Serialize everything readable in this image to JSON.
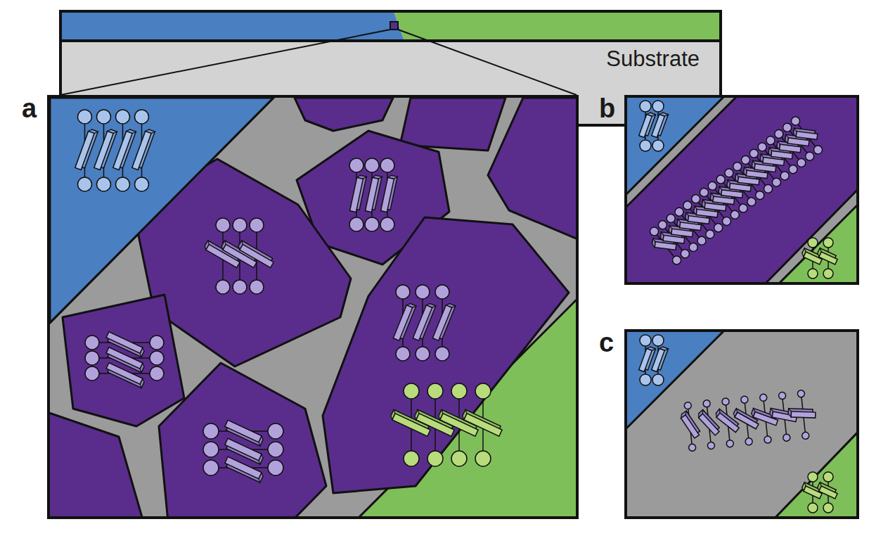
{
  "diagram": {
    "nodes": [
      {
        "text": [
          "Substrate"
        ]
      },
      {
        "text": [
          "a"
        ]
      },
      {
        "text": [
          "b"
        ]
      },
      {
        "text": [
          "c"
        ]
      }
    ]
  }
}
